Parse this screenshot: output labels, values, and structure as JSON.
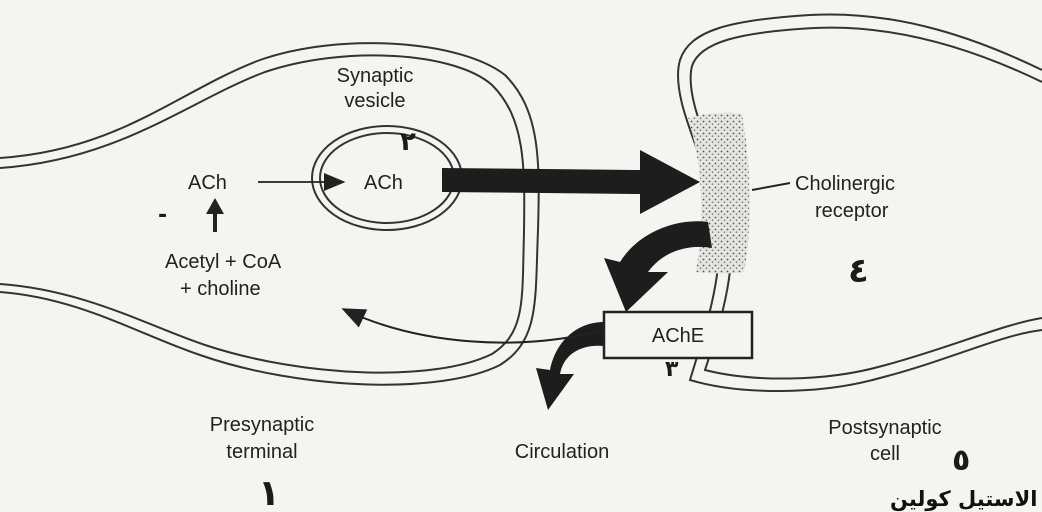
{
  "labels": {
    "synaptic_vesicle_line1": "Synaptic",
    "synaptic_vesicle_line2": "vesicle",
    "ach_outside": "ACh",
    "ach_inside": "ACh",
    "acetyl_coa": "Acetyl + CoA",
    "plus_choline": "+ choline",
    "cholinergic_line1": "Cholinergic",
    "cholinergic_line2": "receptor",
    "ache": "AChE",
    "presynaptic_line1": "Presynaptic",
    "presynaptic_line2": "terminal",
    "circulation": "Circulation",
    "postsynaptic_line1": "Postsynaptic",
    "postsynaptic_line2": "cell"
  },
  "caption_arabic": "بناء الناقل الكيمياوي الاستيل كولين",
  "handwritten_marks": {
    "presynaptic_mark": "١",
    "postsynaptic_mark": "٥",
    "receptor_mark": "٤",
    "vesicle_mark": "٢",
    "ache_mark": "٣",
    "minus_mark": "-"
  }
}
